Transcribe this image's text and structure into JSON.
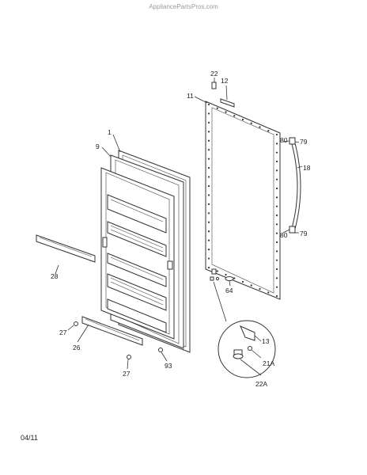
{
  "watermark": "AppliancePartsPros.com",
  "date_code": "04/11",
  "callouts": {
    "c1": "1",
    "c9": "9",
    "c11": "11",
    "c12": "12",
    "c13": "13",
    "c18": "18",
    "c21a": "21A",
    "c22": "22",
    "c22a": "22A",
    "c26": "26",
    "c27a": "27",
    "c27b": "27",
    "c28": "28",
    "c64": "64",
    "c79a": "79",
    "c79b": "79",
    "c80a": "80",
    "c80b": "80",
    "c93": "93"
  }
}
